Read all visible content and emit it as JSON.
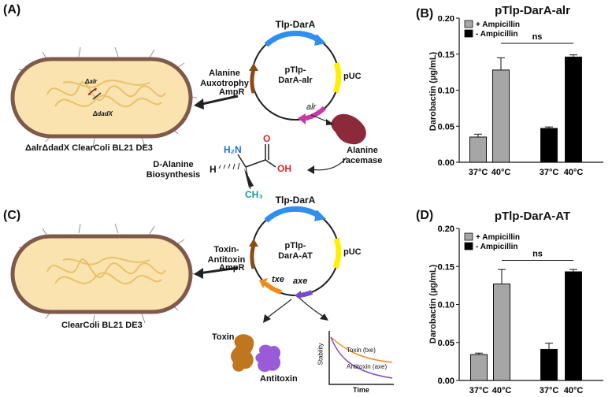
{
  "panels": {
    "a": {
      "label": "(A)",
      "strain": "ΔalrΔdadX ClearColi BL21 DE3",
      "gene_alr": "Δalr",
      "gene_dadx": "ΔdadX",
      "arrow_text": [
        "Alanine",
        "Auxotrophy"
      ],
      "plasmid_name": [
        "pTlp-",
        "DarA-alr"
      ],
      "plasmid_top": "Tlp-DarA",
      "plasmid_puc": "pUC",
      "plasmid_amp": "AmpR",
      "plasmid_alr": "alr",
      "enzyme": [
        "Alanine",
        "racemase"
      ],
      "biosynth": [
        "D-Alanine",
        "Biosynthesis"
      ],
      "mol_h2n": "H₂N",
      "mol_h": "H",
      "mol_o": "O",
      "mol_oh": "OH",
      "mol_ch3": "CH₃"
    },
    "b": {
      "label": "(B)",
      "title": "pTlp-DarA-alr",
      "ylabel": "Darobactin (µg/mL)",
      "ns": "ns",
      "legend": [
        "+ Ampicillin",
        "- Ampicillin"
      ]
    },
    "c": {
      "label": "(C)",
      "strain": "ClearColi BL21 DE3",
      "arrow_text": [
        "Toxin-",
        "Antitoxin"
      ],
      "plasmid_name": [
        "pTlp-",
        "DarA-AT"
      ],
      "plasmid_top": "Tlp-DarA",
      "plasmid_puc": "pUC",
      "plasmid_amp": "AmpR",
      "plasmid_txe": "txe",
      "plasmid_axe": "axe",
      "toxin": "Toxin",
      "antitoxin": "Antitoxin",
      "stab_y": "Stability",
      "stab_x": "Time",
      "stab_toxin": "Toxin (txe)",
      "stab_antitoxin": "Antitoxin (axe)"
    },
    "d": {
      "label": "(D)",
      "title": "pTlp-DarA-AT",
      "ylabel": "Darobactin (µg/mL)",
      "ns": "ns",
      "legend": [
        "+ Ampicillin",
        "- Ampicillin"
      ]
    }
  },
  "colors": {
    "plus_amp": "#a6a6a6",
    "minus_amp": "#000000",
    "cell_fill": "#fbe3b0",
    "cell_border": "#7d5a4a",
    "dna": "#e8c26a",
    "tlp_arrow": "#2f8ff0",
    "puc": "#ffef00",
    "amp": "#8a4a14",
    "alr": "#c63aa6",
    "txe": "#f08a1e",
    "axe": "#7a4ac6"
  },
  "chart_data": [
    {
      "type": "bar",
      "title": "pTlp-DarA-alr",
      "xlabel": "",
      "ylabel": "Darobactin (µg/mL)",
      "ylim": [
        0,
        0.2
      ],
      "yticks": [
        "0.00",
        "0.05",
        "0.10",
        "0.15",
        "0.20"
      ],
      "categories": [
        "37°C",
        "40°C",
        "37°C",
        "40°C"
      ],
      "series": [
        {
          "name": "+ Ampicillin",
          "values": [
            0.035,
            0.128,
            null,
            null
          ],
          "errors": [
            0.004,
            0.017,
            null,
            null
          ]
        },
        {
          "name": "- Ampicillin",
          "values": [
            null,
            null,
            0.047,
            0.146
          ],
          "errors": [
            null,
            null,
            0.002,
            0.003
          ]
        }
      ],
      "annotation": "ns",
      "legend_position": "top-left"
    },
    {
      "type": "bar",
      "title": "pTlp-DarA-AT",
      "xlabel": "",
      "ylabel": "Darobactin (µg/mL)",
      "ylim": [
        0,
        0.2
      ],
      "yticks": [
        "0.00",
        "0.05",
        "0.10",
        "0.15",
        "0.20"
      ],
      "categories": [
        "37°C",
        "40°C",
        "37°C",
        "40°C"
      ],
      "series": [
        {
          "name": "+ Ampicillin",
          "values": [
            0.034,
            0.127,
            null,
            null
          ],
          "errors": [
            0.002,
            0.019,
            null,
            null
          ]
        },
        {
          "name": "- Ampicillin",
          "values": [
            null,
            null,
            0.041,
            0.143
          ],
          "errors": [
            null,
            null,
            0.008,
            0.003
          ]
        }
      ],
      "annotation": "ns",
      "legend_position": "top-left"
    }
  ]
}
